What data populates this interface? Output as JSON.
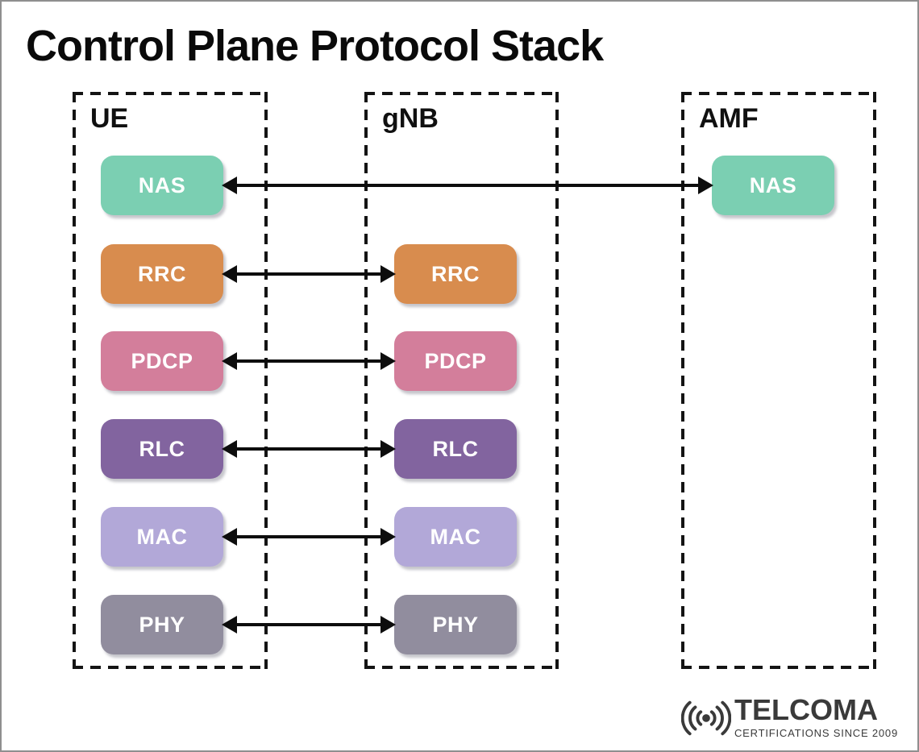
{
  "title": "Control Plane Protocol Stack",
  "columns": [
    {
      "id": "ue",
      "label": "UE"
    },
    {
      "id": "gnb",
      "label": "gNB"
    },
    {
      "id": "amf",
      "label": "AMF"
    }
  ],
  "layers": {
    "nas": {
      "label": "NAS",
      "color": "#7BCFB2"
    },
    "rrc": {
      "label": "RRC",
      "color": "#D88C4E"
    },
    "pdcp": {
      "label": "PDCP",
      "color": "#D37E9B"
    },
    "rlc": {
      "label": "RLC",
      "color": "#82649F"
    },
    "mac": {
      "label": "MAC",
      "color": "#B2A8D8"
    },
    "phy": {
      "label": "PHY",
      "color": "#918D9E"
    }
  },
  "stacks": {
    "ue": [
      "NAS",
      "RRC",
      "PDCP",
      "RLC",
      "MAC",
      "PHY"
    ],
    "gnb": [
      "RRC",
      "PDCP",
      "RLC",
      "MAC",
      "PHY"
    ],
    "amf": [
      "NAS"
    ]
  },
  "connections": [
    {
      "layer": "NAS",
      "from": "UE",
      "to": "AMF",
      "type": "bidirectional"
    },
    {
      "layer": "RRC",
      "from": "UE",
      "to": "gNB",
      "type": "bidirectional"
    },
    {
      "layer": "PDCP",
      "from": "UE",
      "to": "gNB",
      "type": "bidirectional"
    },
    {
      "layer": "RLC",
      "from": "UE",
      "to": "gNB",
      "type": "bidirectional"
    },
    {
      "layer": "MAC",
      "from": "UE",
      "to": "gNB",
      "type": "bidirectional"
    },
    {
      "layer": "PHY",
      "from": "UE",
      "to": "gNB",
      "type": "bidirectional"
    }
  ],
  "logo": {
    "brand": "TELCOMA",
    "tagline": "CERTIFICATIONS SINCE 2009",
    "icon": "radio-signal-icon"
  },
  "colors": {
    "box_text": "#FFFFFF",
    "dashed_border": "#141414",
    "arrow": "#0D0D0D",
    "title_text": "#0A0A0A",
    "logo_text": "#3A3A3A"
  }
}
